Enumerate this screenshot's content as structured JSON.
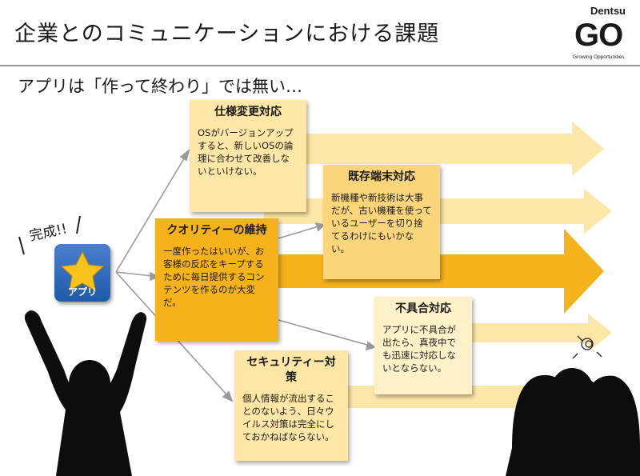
{
  "header": {
    "title": "企業とのコミュニケーションにおける課題",
    "logo_brand": "Dentsu",
    "logo_mark": "GO",
    "logo_tagline": "Growing Opportunities"
  },
  "subtitle": "アプリは「作って終わり」では無い…",
  "app": {
    "label": "アプリ",
    "exclaim": "完成!!"
  },
  "issues": [
    {
      "title": "仕様変更対応",
      "body": "OSがバージョンアップすると、新しいOSの論理に合わせて改善しないといけない。"
    },
    {
      "title": "既存端末対応",
      "body": "新機種や新技術は大事だが、古い機種を使っているユーザーを切り捨てるわけにもいかない。"
    },
    {
      "title": "クオリティーの維持",
      "body": "一度作ったはいいが、お客様の反応をキープするために毎日提供するコンテンツを作るのが大変だ。"
    },
    {
      "title": "不具合対応",
      "body": "アプリに不具合が出たら、真夜中でも迅速に対応しないとならない。"
    },
    {
      "title": "セキュリティー対策",
      "body": "個人情報が流出することのないよう、日々ウイルス対策は完全にしておかねばならない。"
    }
  ],
  "colors": {
    "arrow_light": "#fde7a8",
    "arrow_dark": "#f6b21a",
    "icon": "#2a66b8"
  }
}
